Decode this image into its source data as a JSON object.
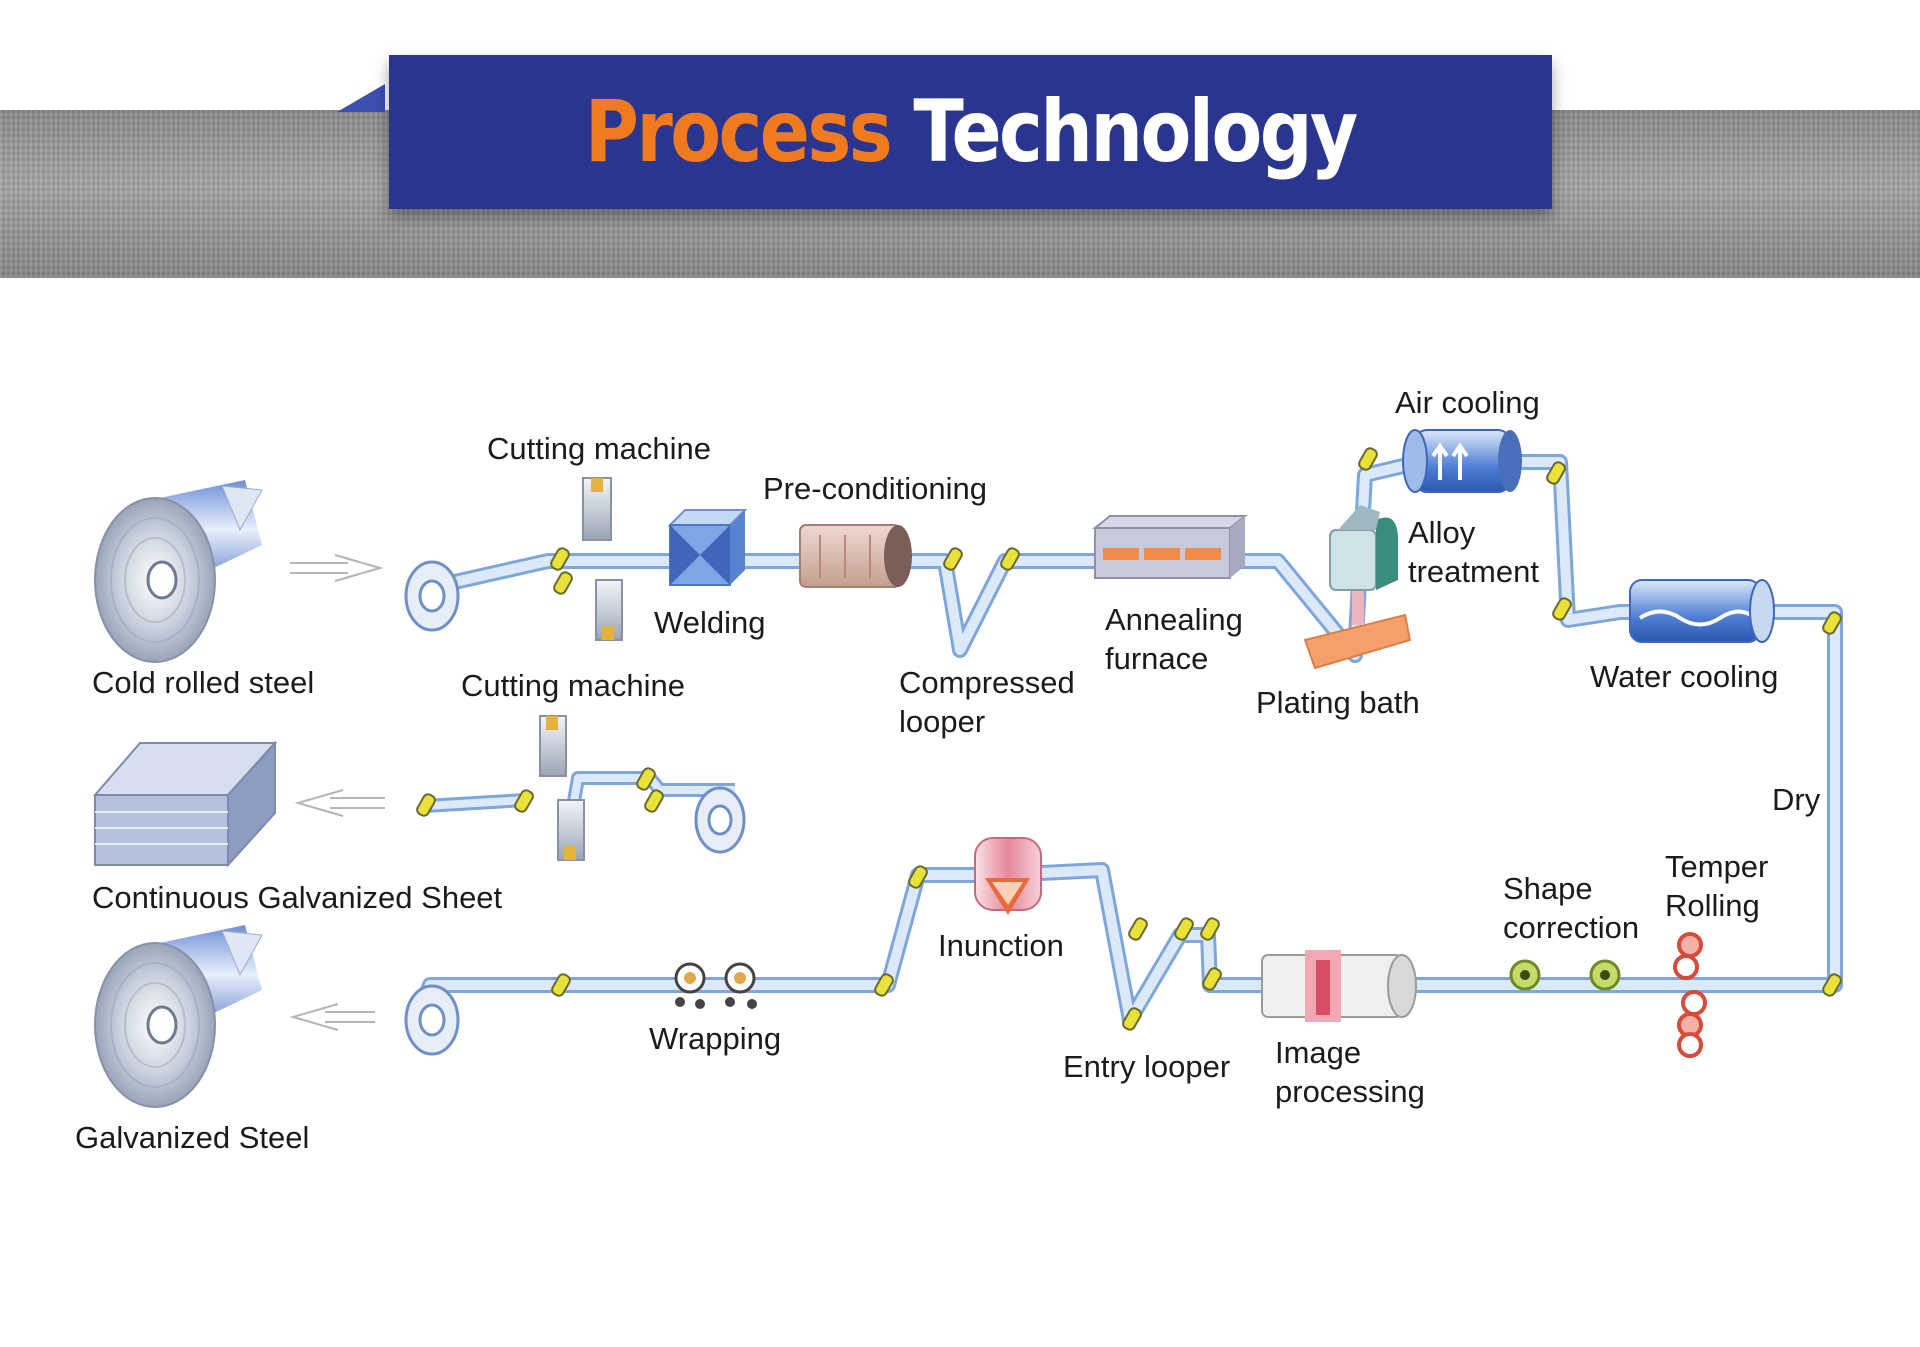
{
  "header": {
    "title_part1": "Process",
    "title_part2": "Technology"
  },
  "colors": {
    "banner_blue": "#2a3590",
    "title_orange": "#f07a1f",
    "strip_blue": "#b9d2f0",
    "clamp_yellow": "#e8e23a"
  },
  "steps": {
    "cold_rolled_steel": "Cold rolled steel",
    "cutting_machine_top": "Cutting machine",
    "welding": "Welding",
    "pre_conditioning": "Pre-conditioning",
    "compressed_looper_1": "Compressed",
    "compressed_looper_2": "looper",
    "annealing_furnace_1": "Annealing",
    "annealing_furnace_2": "furnace",
    "plating_bath": "Plating bath",
    "alloy_treatment_1": "Alloy",
    "alloy_treatment_2": "treatment",
    "air_cooling": "Air cooling",
    "water_cooling": "Water cooling",
    "dry": "Dry",
    "temper_rolling_1": "Temper",
    "temper_rolling_2": "Rolling",
    "shape_correction_1": "Shape",
    "shape_correction_2": "correction",
    "image_processing_1": "Image",
    "image_processing_2": "processing",
    "entry_looper": "Entry looper",
    "inunction": "Inunction",
    "wrapping": "Wrapping",
    "cutting_machine_middle": "Cutting machine",
    "continuous_galvanized_sheet": "Continuous Galvanized Sheet",
    "galvanized_steel": "Galvanized Steel"
  }
}
